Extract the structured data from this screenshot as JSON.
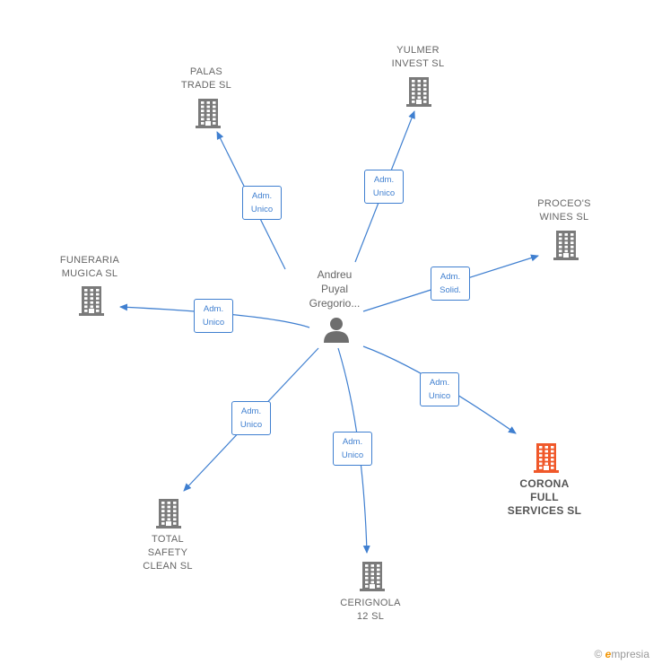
{
  "person": {
    "name_lines": [
      "Andreu",
      "Puyal",
      "Gregorio..."
    ]
  },
  "companies": [
    {
      "id": "palas",
      "lines": [
        "PALAS",
        "TRADE  SL"
      ],
      "highlight": false
    },
    {
      "id": "yulmer",
      "lines": [
        "YULMER",
        "INVEST  SL"
      ],
      "highlight": false
    },
    {
      "id": "proceos",
      "lines": [
        "PROCEO'S",
        "WINES  SL"
      ],
      "highlight": false
    },
    {
      "id": "funeraria",
      "lines": [
        "FUNERARIA",
        "MUGICA SL"
      ],
      "highlight": false
    },
    {
      "id": "corona",
      "lines": [
        "CORONA",
        "FULL",
        "SERVICES  SL"
      ],
      "highlight": true
    },
    {
      "id": "total-safety",
      "lines": [
        "TOTAL",
        "SAFETY",
        "CLEAN  SL"
      ],
      "highlight": false
    },
    {
      "id": "cerignola",
      "lines": [
        "CERIGNOLA",
        "12  SL"
      ],
      "highlight": false
    }
  ],
  "edges": [
    {
      "to": "palas",
      "label": [
        "Adm.",
        "Unico"
      ]
    },
    {
      "to": "yulmer",
      "label": [
        "Adm.",
        "Unico"
      ]
    },
    {
      "to": "proceos",
      "label": [
        "Adm.",
        "Solid."
      ]
    },
    {
      "to": "funeraria",
      "label": [
        "Adm.",
        "Unico"
      ]
    },
    {
      "to": "corona",
      "label": [
        "Adm.",
        "Unico"
      ]
    },
    {
      "to": "total-safety",
      "label": [
        "Adm.",
        "Unico"
      ]
    },
    {
      "to": "cerignola",
      "label": [
        "Adm.",
        "Unico"
      ]
    }
  ],
  "colors": {
    "edge": "#3f7fd0",
    "building": "#7a7a7a",
    "building_highlight": "#f0582a",
    "person": "#6e6e6e"
  },
  "icons": {
    "company": "building-icon",
    "person": "person-icon",
    "copyright": "copyright-icon"
  },
  "footer": {
    "copyright": "©",
    "brand_initial": "e",
    "brand_rest": "mpresia"
  }
}
